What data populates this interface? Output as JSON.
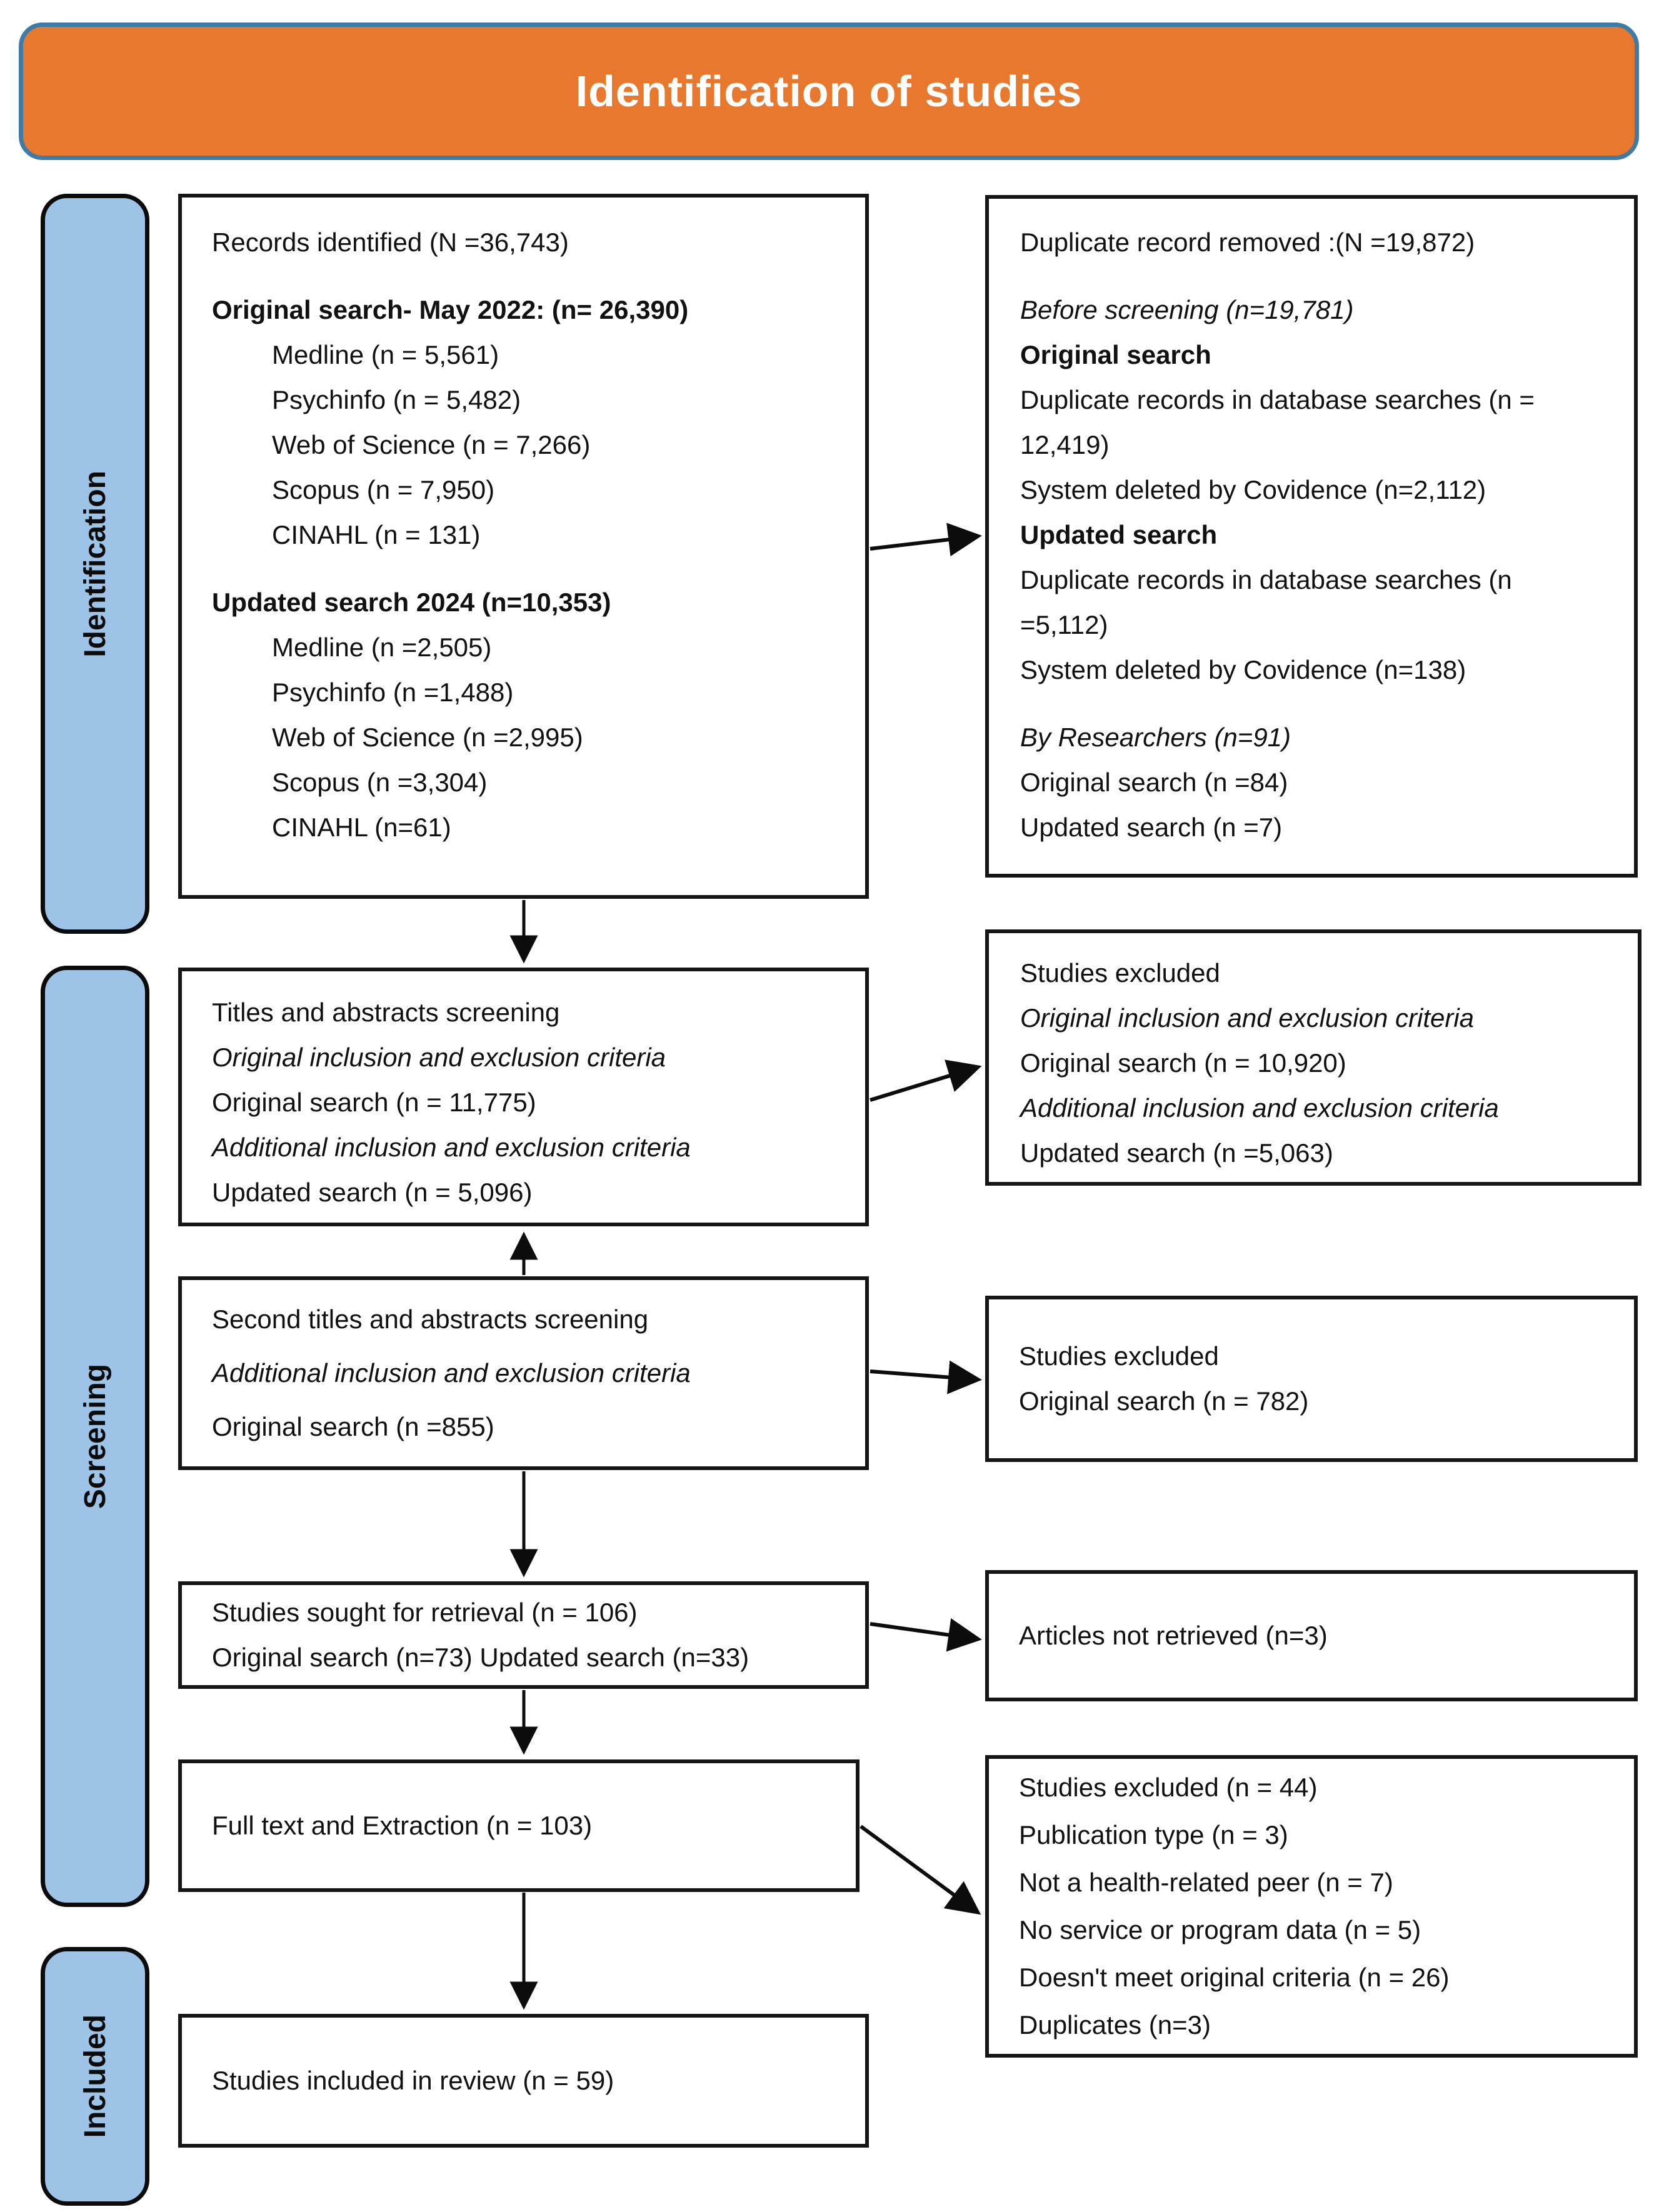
{
  "header": {
    "title": "Identification of studies"
  },
  "sidebar": {
    "identification": "Identification",
    "screening": "Screening",
    "included": "Included"
  },
  "colors": {
    "header_bg": "#E8782E",
    "header_border": "#3E7BA6",
    "sidebar_bg": "#9DC3E6",
    "box_border": "#161616"
  },
  "boxes": {
    "records": {
      "title": "Records identified (N =36,743)",
      "original_heading": "Original search- May 2022: (n= 26,390)",
      "orig_medline": "Medline (n = 5,561)",
      "orig_psychinfo": "Psychinfo (n = 5,482)",
      "orig_wos": "Web of Science (n = 7,266)",
      "orig_scopus": "Scopus (n = 7,950)",
      "orig_cinahl": "CINAHL (n = 131)",
      "updated_heading": "Updated search 2024 (n=10,353)",
      "upd_medline": "Medline (n =2,505)",
      "upd_psychinfo": "Psychinfo (n =1,488)",
      "upd_wos": "Web of Science (n =2,995)",
      "upd_scopus": "Scopus (n =3,304)",
      "upd_cinahl": "CINAHL (n=61)"
    },
    "duplicates": {
      "title": "Duplicate record removed :(N =19,872)",
      "before_screening": "Before screening (n=19,781)",
      "original_label": "Original search",
      "orig_db_dupes": "Duplicate records in database searches (n = 12,419)",
      "orig_system": "System deleted by Covidence (n=2,112)",
      "updated_label": "Updated search",
      "upd_db_dupes": "Duplicate records in database searches (n =5,112)",
      "upd_system": "System deleted by Covidence (n=138)",
      "by_researchers": "By Researchers (n=91)",
      "res_original": "Original search (n =84)",
      "res_updated": "Updated search (n =7)"
    },
    "titles_screening": {
      "line1": "Titles and abstracts screening",
      "line2": "Original inclusion and exclusion criteria",
      "line3": "Original search (n = 11,775)",
      "line4": "Additional inclusion and exclusion criteria",
      "line5": "Updated search (n = 5,096)"
    },
    "excluded_first": {
      "line1": "Studies excluded",
      "line2": "Original inclusion and exclusion criteria",
      "line3": "Original search (n = 10,920)",
      "line4": "Additional inclusion and exclusion criteria",
      "line5": "Updated search (n =5,063)"
    },
    "second_screening": {
      "line1": "Second titles and abstracts screening",
      "line2": "Additional inclusion and exclusion criteria",
      "line3": "Original search (n =855)"
    },
    "excluded_second": {
      "line1": "Studies excluded",
      "line2": "Original search (n = 782)"
    },
    "retrieval": {
      "line1": "Studies sought for retrieval (n = 106)",
      "line2": "Original search (n=73) Updated search (n=33)"
    },
    "not_retrieved": {
      "line1": "Articles not retrieved (n=3)"
    },
    "full_text": {
      "line1": "Full text and Extraction (n = 103)"
    },
    "excluded_fulltext": {
      "line1": "Studies excluded (n = 44)",
      "line2": "Publication type (n = 3)",
      "line3": "Not a health-related peer (n = 7)",
      "line4": "No service or program data (n = 5)",
      "line5": "Doesn't meet original criteria (n = 26)",
      "line6": "Duplicates (n=3)"
    },
    "included": {
      "line1": "Studies included in review (n = 59)"
    }
  }
}
